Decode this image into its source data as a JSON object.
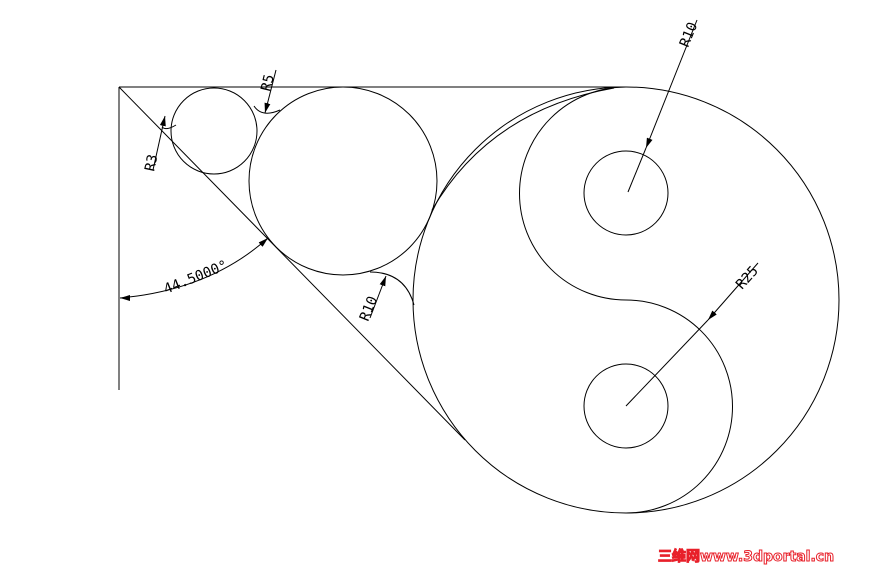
{
  "drawing": {
    "dimensions": {
      "r3": "R3",
      "r5": "R5",
      "r10_fillet": "R10",
      "r10_circle": "R10",
      "r25": "R25",
      "angle": "44.5000°"
    }
  },
  "watermark": "三维网www.3dportal.cn",
  "colors": {
    "lines": "#000000",
    "watermark": "#e8202a"
  }
}
